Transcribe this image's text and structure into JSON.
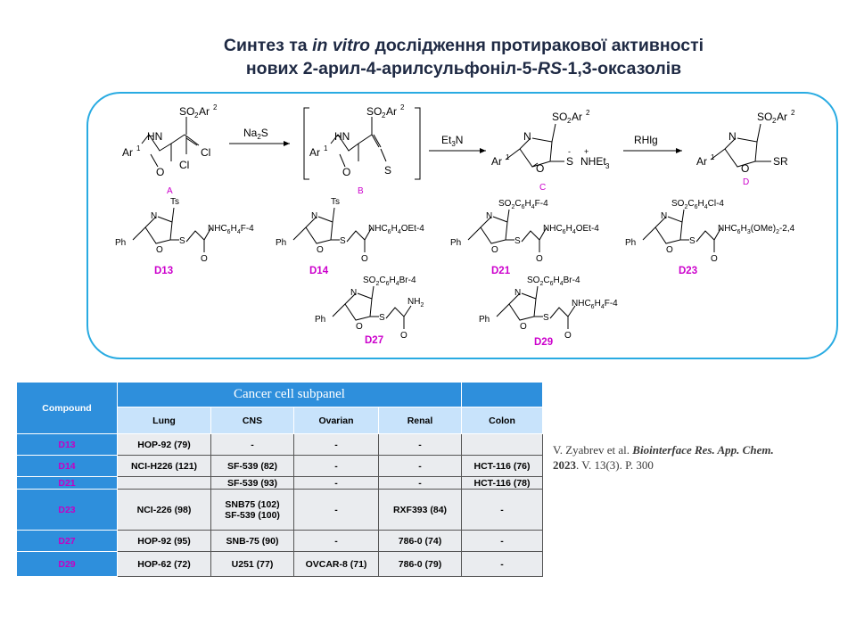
{
  "title": {
    "line1_pre": "Синтез та ",
    "line1_italic": "in vitro",
    "line1_post": " дослідження протиракової активності",
    "line2_pre": "нових 2-арил-4-арилсульфоніл-5-",
    "line2_italic": "RS",
    "line2_post": "-1,3-оксазолів"
  },
  "scheme": {
    "reagents": [
      "Na2S",
      "Et3N",
      "RHlg"
    ],
    "intermediates": [
      "A",
      "B",
      "C",
      "D"
    ],
    "compounds": [
      "D13",
      "D14",
      "D21",
      "D23",
      "D27",
      "D29"
    ]
  },
  "table": {
    "compound_header": "Compound",
    "subpanel_header": "Cancer cell subpanel",
    "columns": [
      "Lung",
      "CNS",
      "Ovarian",
      "Renal",
      "Colon"
    ],
    "rows": [
      {
        "compound": "D13",
        "cells": [
          "HOP-92  (79)",
          "-",
          "-",
          "-",
          ""
        ]
      },
      {
        "compound": "D14",
        "cells": [
          "NCI-H226 (121)",
          "SF-539 (82)",
          "-",
          "-",
          "HCT-116 (76)"
        ]
      },
      {
        "compound": "D21",
        "cells": [
          "",
          "SF-539 (93)",
          "-",
          "-",
          "HCT-116 (78)"
        ]
      },
      {
        "compound": "D23",
        "cells": [
          "NCI-226 (98)",
          "SNB75 (102)\nSF-539 (100)",
          "-",
          "RXF393 (84)",
          "-"
        ]
      },
      {
        "compound": "D27",
        "cells": [
          "HOP-92 (95)",
          "SNB-75 (90)",
          "-",
          "786-0 (74)",
          "-"
        ]
      },
      {
        "compound": "D29",
        "cells": [
          "HOP-62 (72)",
          "U251 (77)",
          "OVCAR-8  (71)",
          "786-0 (79)",
          "-"
        ]
      }
    ]
  },
  "reference": {
    "authors": "V. Zyabrev et al. ",
    "journal": "Biointerface Res. App. Chem.",
    "year": "2023",
    "details": ". V. 13(3). P. 300"
  },
  "colors": {
    "frame": "#29abe2",
    "table_header": "#2e8fdc",
    "compound_label": "#cc00cc"
  }
}
